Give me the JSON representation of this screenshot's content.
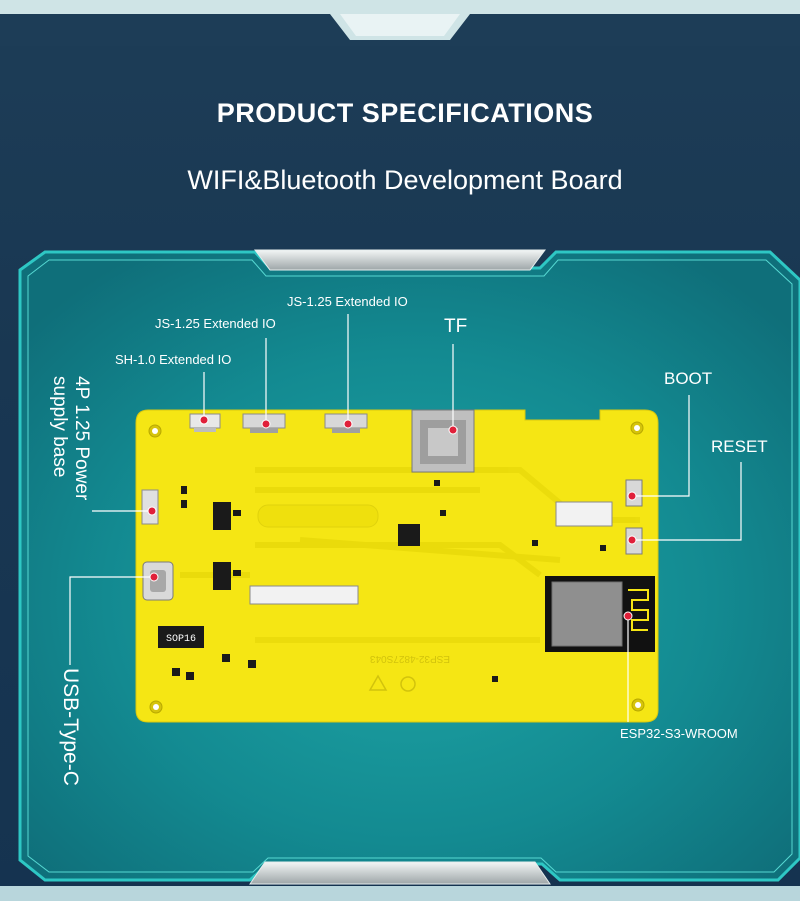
{
  "header": {
    "title": "PRODUCT SPECIFICATIONS",
    "subtitle": "WIFI&Bluetooth Development Board"
  },
  "callouts": {
    "sh_io": "SH-1.0 Extended IO",
    "js_io_left": "JS-1.25 Extended IO",
    "js_io_right": "JS-1.25 Extended IO",
    "tf": "TF",
    "boot": "BOOT",
    "reset": "RESET",
    "power": "4P 1.25 Power supply base",
    "power_line1": "4P 1.25 Power",
    "power_line2": "supply base",
    "usb": "USB-Type-C",
    "module": "ESP32-S3-WROOM"
  },
  "board": {
    "silkscreen_model": "ESP32-4827S043",
    "chip_marking": "SOP16"
  },
  "colors": {
    "background": "#193752",
    "panel": "#0f7a82",
    "board": "#f5e614",
    "module": "#8f8f8f",
    "marker": "#e0203a",
    "line": "#ffffff"
  }
}
